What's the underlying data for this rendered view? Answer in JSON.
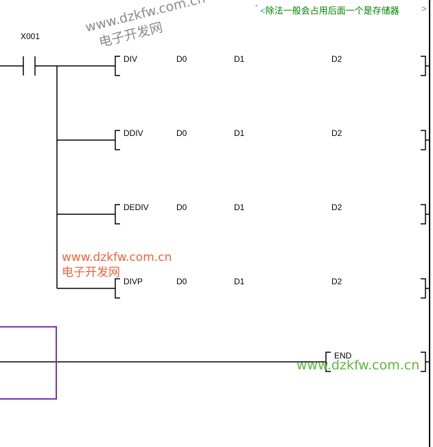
{
  "comment": {
    "star": "*",
    "open": "<",
    "text": "除法一般会占用后面一个是存储器",
    "close": ">"
  },
  "contact": {
    "label": "X001"
  },
  "rungs": [
    {
      "instruction": "DIV",
      "operands": [
        "D0",
        "D1",
        "D2"
      ]
    },
    {
      "instruction": "DDIV",
      "operands": [
        "D0",
        "D1",
        "D2"
      ]
    },
    {
      "instruction": "DEDIV",
      "operands": [
        "D0",
        "D1",
        "D2"
      ]
    },
    {
      "instruction": "DIVP",
      "operands": [
        "D0",
        "D1",
        "D2"
      ]
    }
  ],
  "end": {
    "instruction": "END"
  },
  "watermarks": {
    "grey_url": "www.dzkfw.com.cn",
    "grey_name": "电子开发网",
    "orange_url": "www.dzkfw.com.cn",
    "orange_name": "电子开发网",
    "green_url": "www.dzkfw.com.cn"
  },
  "colors": {
    "comment": "#008000",
    "cursor": "#7b2fbf",
    "orange_wm": "#f0643c",
    "green_wm": "#5cb83c"
  }
}
